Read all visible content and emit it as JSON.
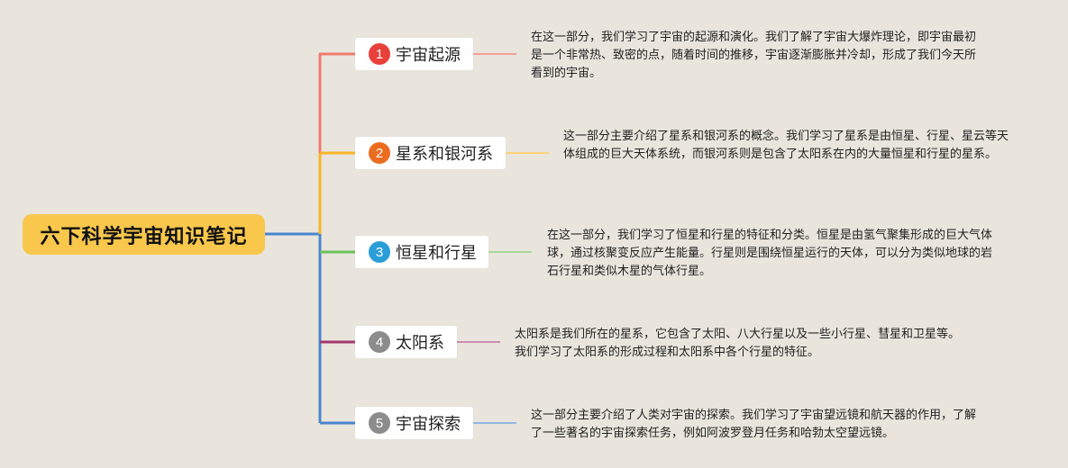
{
  "root": {
    "title": "六下科学宇宙知识笔记"
  },
  "branches": [
    {
      "number": "1",
      "label": "宇宙起源",
      "color": "#e8413b",
      "line_color": "#f07a6e",
      "note": "在这一部分，我们学习了宇宙的起源和演化。我们了解了宇宙大爆炸理论，即宇宙最初是一个非常热、致密的点，随着时间的推移，宇宙逐渐膨胀并冷却，形成了我们今天所看到的宇宙。"
    },
    {
      "number": "2",
      "label": "星系和银河系",
      "color": "#ec6c1f",
      "line_color": "#f9b429",
      "note": "这一部分主要介绍了星系和银河系的概念。我们学习了星系是由恒星、行星、星云等天体组成的巨大天体系统，而银河系则是包含了太阳系在内的大量恒星和行星的星系。"
    },
    {
      "number": "3",
      "label": "恒星和行星",
      "color": "#2b9ed8",
      "line_color": "#6cc15c",
      "note": "在这一部分，我们学习了恒星和行星的特征和分类。恒星是由氢气聚集形成的巨大气体球，通过核聚变反应产生能量。行星则是围绕恒星运行的天体，可以分为类似地球的岩石行星和类似木星的气体行星。"
    },
    {
      "number": "4",
      "label": "太阳系",
      "color": "#8c8c8c",
      "line_color": "#a33b6e",
      "note": "太阳系是我们所在的星系，它包含了太阳、八大行星以及一些小行星、彗星和卫星等。我们学习了太阳系的形成过程和太阳系中各个行星的特征。"
    },
    {
      "number": "5",
      "label": "宇宙探索",
      "color": "#8c8c8c",
      "line_color": "#4a86cf",
      "note": "这一部分主要介绍了人类对宇宙的探索。我们学习了宇宙望远镜和航天器的作用，了解了一些著名的宇宙探索任务，例如阿波罗登月任务和哈勃太空望远镜。"
    }
  ]
}
